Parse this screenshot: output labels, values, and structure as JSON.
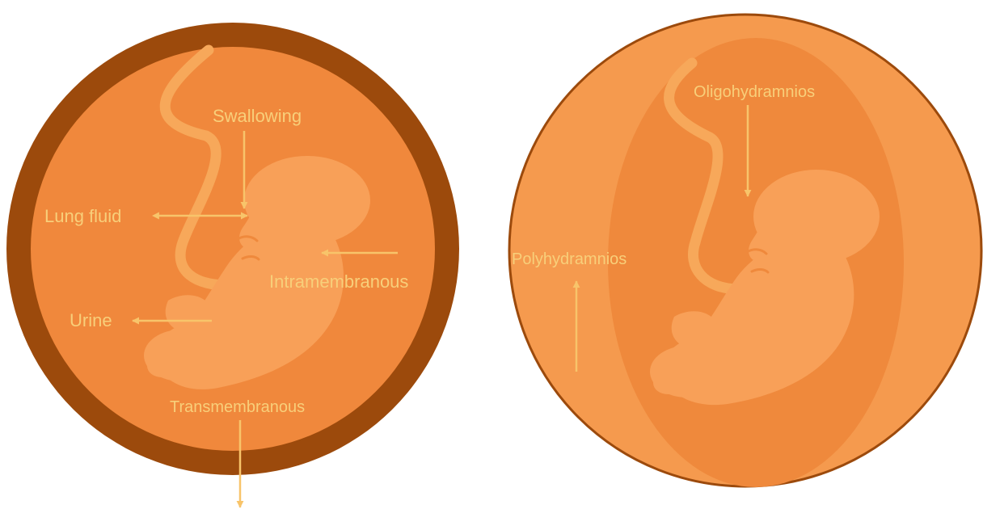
{
  "colors": {
    "outer_ring": "#9c4a0c",
    "sac_fill": "#f0883c",
    "right_fill": "#f59a4e",
    "inner_oval": "#ef893c",
    "fetus": "#f8a058",
    "cord": "#f7a85a",
    "label": "#f8cf7a",
    "arrow": "#f8c46a"
  },
  "left_panel": {
    "labels": {
      "swallowing": "Swallowing",
      "lung_fluid": "Lung fluid",
      "intramembranous": "Intramembranous",
      "urine": "Urine",
      "transmembranous": "Transmembranous"
    }
  },
  "right_panel": {
    "labels": {
      "oligohydramnios": "Oligohydramnios",
      "polyhydramnios": "Polyhydramnios"
    }
  }
}
